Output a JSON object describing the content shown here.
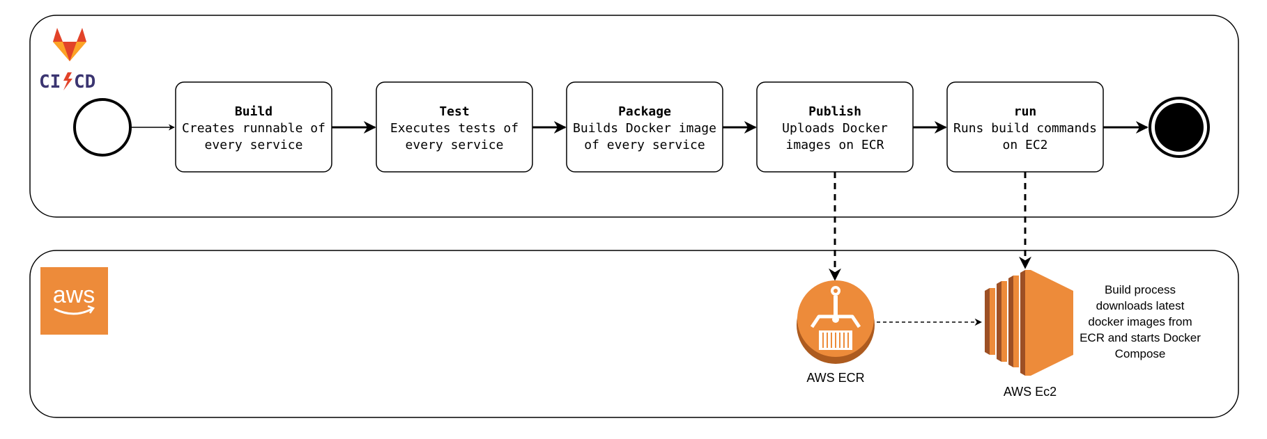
{
  "cicd_logo": {
    "text_left": "CI",
    "text_right": "CD",
    "colors": {
      "text": "#3b3571",
      "bolt": "#e24329",
      "fox_dark": "#e24329",
      "fox_mid": "#fc6d26",
      "fox_light": "#fca326"
    }
  },
  "aws_logo": {
    "text": "aws",
    "color": "#ed8b3a"
  },
  "stages": [
    {
      "title": "Build",
      "line1": "Creates runnable of",
      "line2": "every service"
    },
    {
      "title": "Test",
      "line1": "Executes tests of",
      "line2": "every service"
    },
    {
      "title": "Package",
      "line1": "Builds Docker image",
      "line2": "of every service"
    },
    {
      "title": "Publish",
      "line1": "Uploads Docker",
      "line2": "images on ECR"
    },
    {
      "title": "run",
      "line1": "Runs build commands",
      "line2": "on EC2"
    }
  ],
  "services": {
    "ecr": {
      "label": "AWS ECR"
    },
    "ec2": {
      "label": "AWS Ec2"
    }
  },
  "note": {
    "line1": "Build process",
    "line2": "downloads latest",
    "line3": "docker images from",
    "line4": "ECR and starts Docker",
    "line5": "Compose"
  },
  "colors": {
    "aws_orange": "#ed8b3a",
    "stroke": "#000000"
  }
}
